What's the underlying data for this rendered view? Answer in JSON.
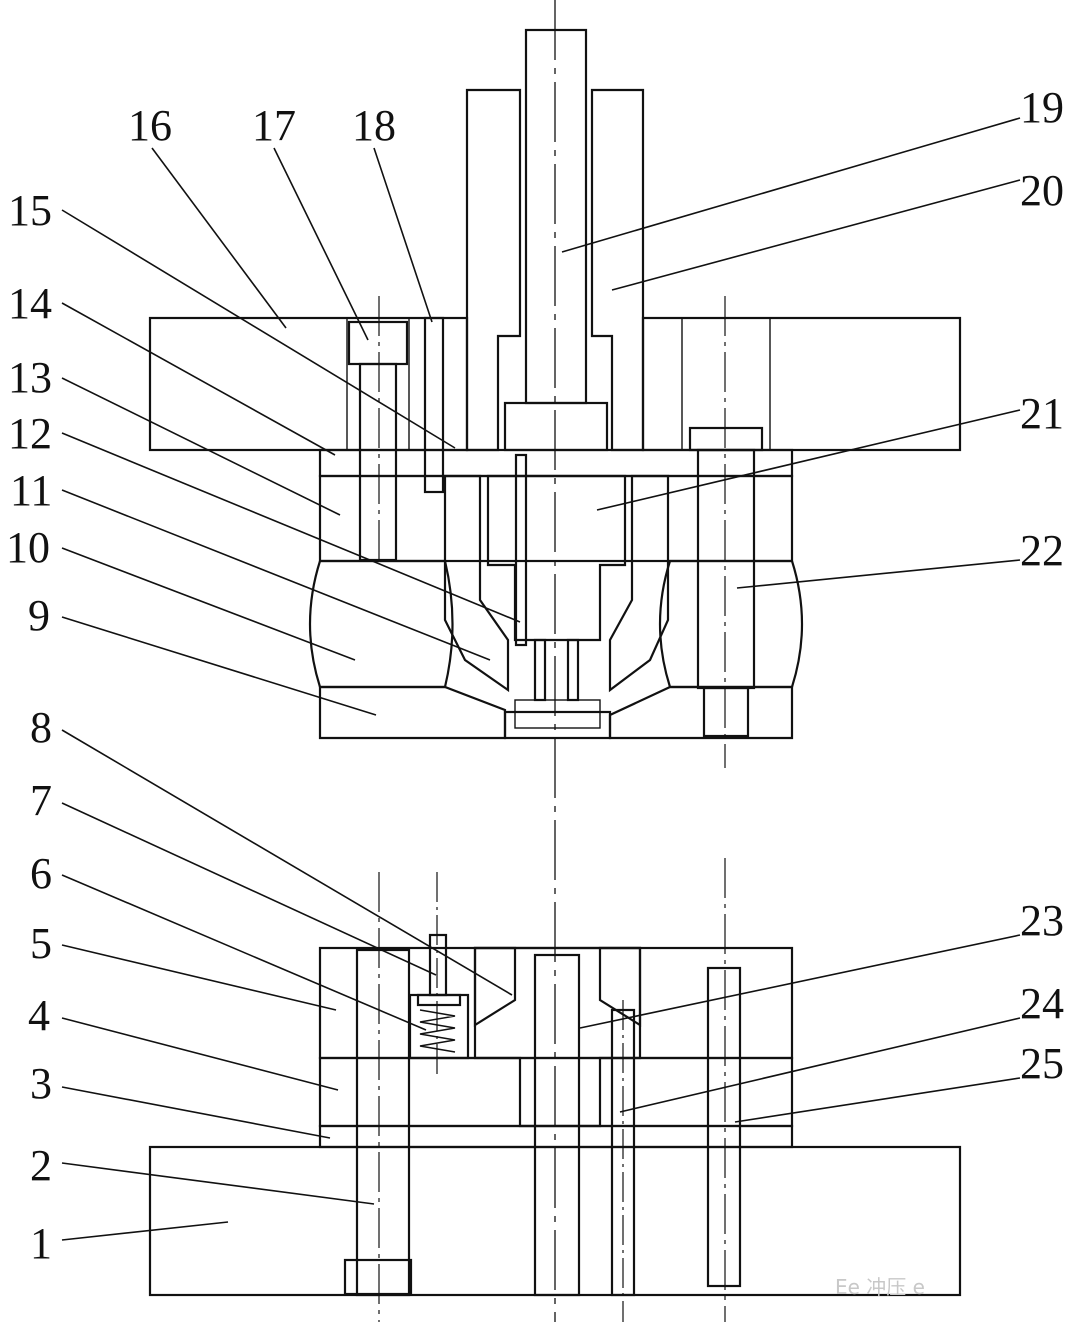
{
  "labels": [
    {
      "id": "1",
      "text": "1"
    },
    {
      "id": "2",
      "text": "2"
    },
    {
      "id": "3",
      "text": "3"
    },
    {
      "id": "4",
      "text": "4"
    },
    {
      "id": "5",
      "text": "5"
    },
    {
      "id": "6",
      "text": "6"
    },
    {
      "id": "7",
      "text": "7"
    },
    {
      "id": "8",
      "text": "8"
    },
    {
      "id": "9",
      "text": "9"
    },
    {
      "id": "10",
      "text": "10"
    },
    {
      "id": "11",
      "text": "11"
    },
    {
      "id": "12",
      "text": "12"
    },
    {
      "id": "13",
      "text": "13"
    },
    {
      "id": "14",
      "text": "14"
    },
    {
      "id": "15",
      "text": "15"
    },
    {
      "id": "16",
      "text": "16"
    },
    {
      "id": "17",
      "text": "17"
    },
    {
      "id": "18",
      "text": "18"
    },
    {
      "id": "19",
      "text": "19"
    },
    {
      "id": "20",
      "text": "20"
    },
    {
      "id": "21",
      "text": "21"
    },
    {
      "id": "22",
      "text": "22"
    },
    {
      "id": "23",
      "text": "23"
    },
    {
      "id": "24",
      "text": "24"
    },
    {
      "id": "25",
      "text": "25"
    }
  ],
  "watermark": "Ee 冲压 e"
}
